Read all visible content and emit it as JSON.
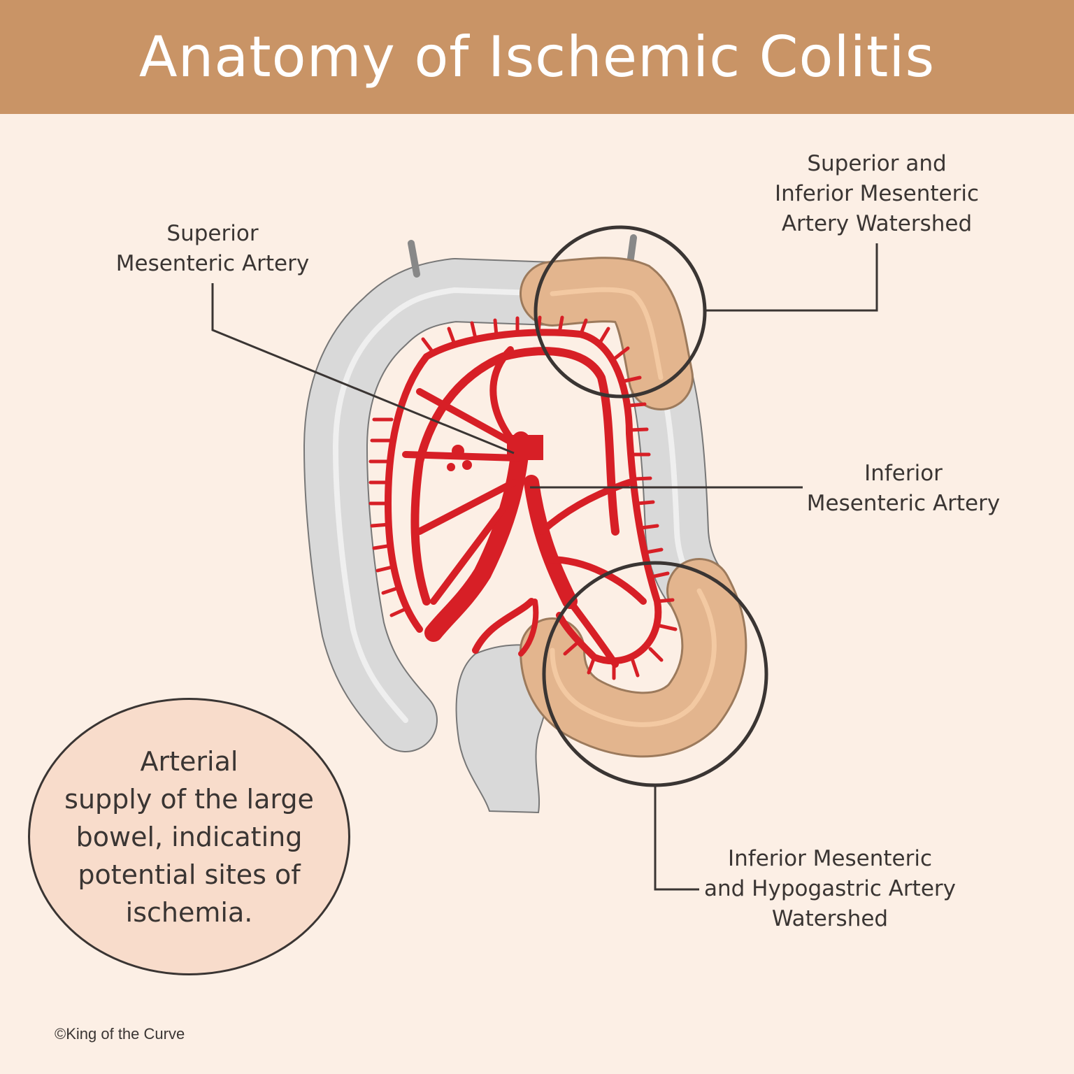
{
  "title": "Anatomy of Ischemic Colitis",
  "labels": {
    "sma": [
      "Superior",
      "Mesenteric Artery"
    ],
    "watershed_top": [
      "Superior and",
      "Inferior Mesenteric",
      "Artery Watershed"
    ],
    "ima": [
      "Inferior",
      "Mesenteric Artery"
    ],
    "watershed_bottom": [
      "Inferior Mesenteric",
      "and Hypogastric Artery",
      "Watershed"
    ]
  },
  "note": [
    "Arterial",
    "supply of the large",
    "bowel, indicating",
    "potential sites of",
    "ischemia."
  ],
  "copyright": "©King of the Curve",
  "colors": {
    "header": "#c99466",
    "background": "#fcefe5",
    "colon": "#d9d9d9",
    "watershed_colon": "#e3b58e",
    "artery": "#d71f26",
    "note_fill": "#f8dccb",
    "line": "#3a3533"
  }
}
